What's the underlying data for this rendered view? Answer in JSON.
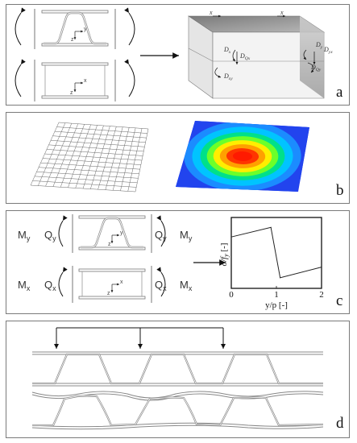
{
  "panels": {
    "a": {
      "label": "a",
      "section_top": {
        "y_axis": "y",
        "z_axis": "z"
      },
      "section_bottom": {
        "x_axis": "x",
        "z_axis": "z"
      },
      "block_axis_labels": [
        "x",
        "x"
      ],
      "stiffness_labels": [
        "D",
        "D",
        "D",
        "D",
        "D",
        "D"
      ],
      "stiffness_subscripts": [
        "x",
        "Qx",
        "xy",
        "y",
        "Qy",
        "yx"
      ]
    },
    "b": {
      "label": "b"
    },
    "c": {
      "label": "c",
      "left_top": {
        "m": "M",
        "m_sub": "y",
        "q": "Q",
        "q_sub": "y",
        "y_axis": "y",
        "z_axis": "z"
      },
      "left_bottom": {
        "m": "M",
        "m_sub": "x",
        "q": "Q",
        "q_sub": "x",
        "x_axis": "x",
        "z_axis": "z"
      },
      "chart_ylabel": "σ/f",
      "chart_ylabel_sub": "y",
      "chart_ylabel_unit": " [-]"
    },
    "d": {
      "label": "d"
    }
  },
  "chart_data": {
    "type": "line",
    "xlabel": "y/p [-]",
    "ylabel": "σ/fy [-]",
    "xlim": [
      0,
      2
    ],
    "xticks": [
      "0",
      "1",
      "2"
    ],
    "series": [
      {
        "x": [
          0,
          0.88,
          0.88,
          1.08,
          1.08,
          2
        ],
        "y": [
          0.45,
          0.72,
          0.7,
          -0.68,
          -0.7,
          -0.4
        ]
      }
    ],
    "ylim": [
      -1,
      1
    ]
  }
}
